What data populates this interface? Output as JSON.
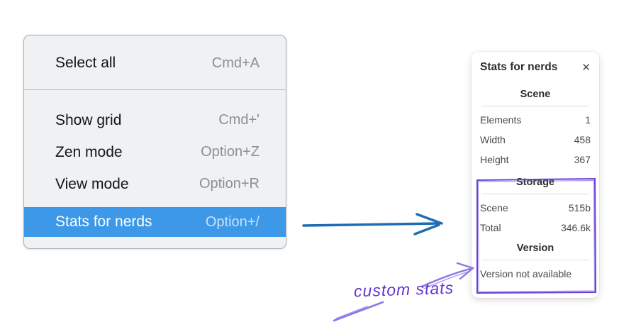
{
  "context_menu": {
    "items": [
      {
        "label": "Select all",
        "shortcut": "Cmd+A",
        "highlighted": false
      },
      {
        "label": "Show grid",
        "shortcut": "Cmd+'",
        "highlighted": false
      },
      {
        "label": "Zen mode",
        "shortcut": "Option+Z",
        "highlighted": false
      },
      {
        "label": "View mode",
        "shortcut": "Option+R",
        "highlighted": false
      },
      {
        "label": "Stats for nerds",
        "shortcut": "Option+/",
        "highlighted": true
      }
    ],
    "highlight_color": "#3d99e8"
  },
  "stats_panel": {
    "title": "Stats for nerds",
    "close_icon": "✕",
    "sections": [
      {
        "header": "Scene",
        "rows": [
          {
            "label": "Elements",
            "value": "1"
          },
          {
            "label": "Width",
            "value": "458"
          },
          {
            "label": "Height",
            "value": "367"
          }
        ]
      },
      {
        "header": "Storage",
        "rows": [
          {
            "label": "Scene",
            "value": "515b"
          },
          {
            "label": "Total",
            "value": "346.6k"
          }
        ]
      },
      {
        "header": "Version",
        "note": "Version not available"
      }
    ]
  },
  "annotations": {
    "label": "custom stats",
    "label_color": "#6535cf",
    "box_color": "#6741d9",
    "sketch_arrow_color": "#8b78e8",
    "main_arrow_color": "#1f6cb4"
  }
}
